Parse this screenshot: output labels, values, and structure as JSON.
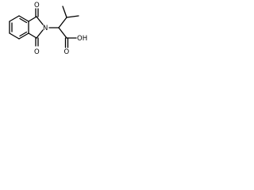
{
  "structure": {
    "atoms": {
      "imide_o_top": "O",
      "imide_o_bottom": "O",
      "imide_n": "N",
      "acid_o": "O",
      "acid_oh": "OH"
    },
    "colors": {
      "bond": "#000000",
      "label": "#000000",
      "background": "#ffffff"
    }
  }
}
